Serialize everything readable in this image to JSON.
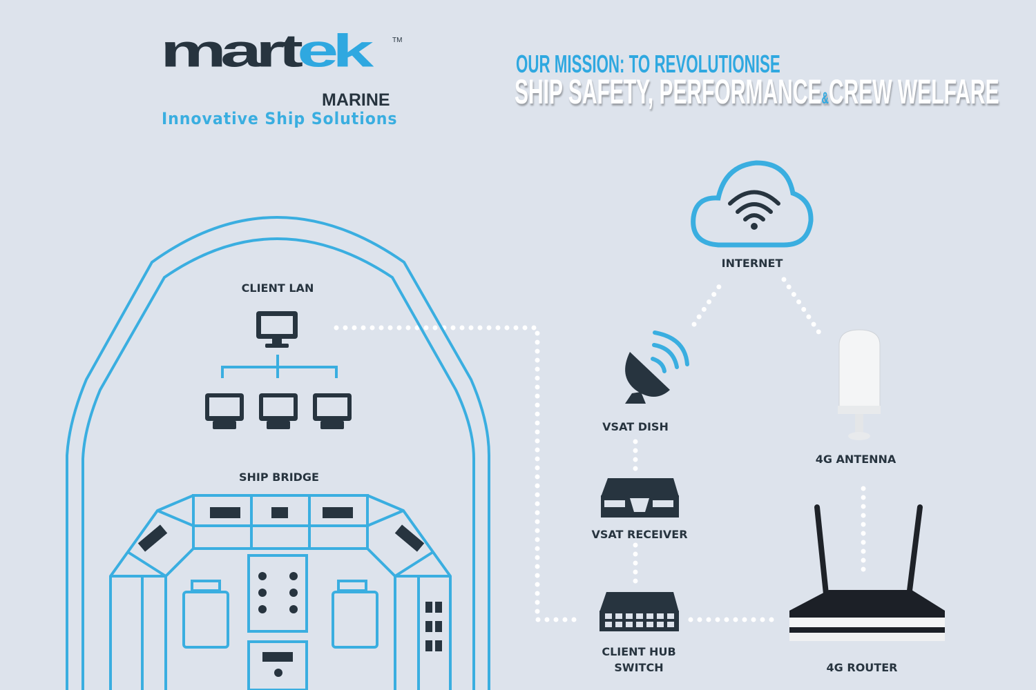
{
  "logo": {
    "word_dark": "ma",
    "word_mid": "rt",
    "word_end": "ek",
    "trademark": "TM",
    "marine": "MARINE",
    "tagline": "Innovative Ship Solutions"
  },
  "mission": {
    "line1": "OUR MISSION: TO REVOLUTIONISE",
    "line2a": "SHIP SAFETY, PERFORMANCE",
    "amp": "&",
    "line2b": "CREW WELFARE"
  },
  "labels": {
    "client_lan": "CLIENT LAN",
    "ship_bridge": "SHIP BRIDGE",
    "internet": "INTERNET",
    "vsat_dish": "VSAT DISH",
    "antenna": "4G ANTENNA",
    "vsat_receiver": "VSAT RECEIVER",
    "hub1": "CLIENT HUB",
    "hub2": "SWITCH",
    "router": "4G ROUTER"
  },
  "colors": {
    "background": "#dde3ec",
    "blue": "#3aaee0",
    "dark": "#27343f"
  }
}
